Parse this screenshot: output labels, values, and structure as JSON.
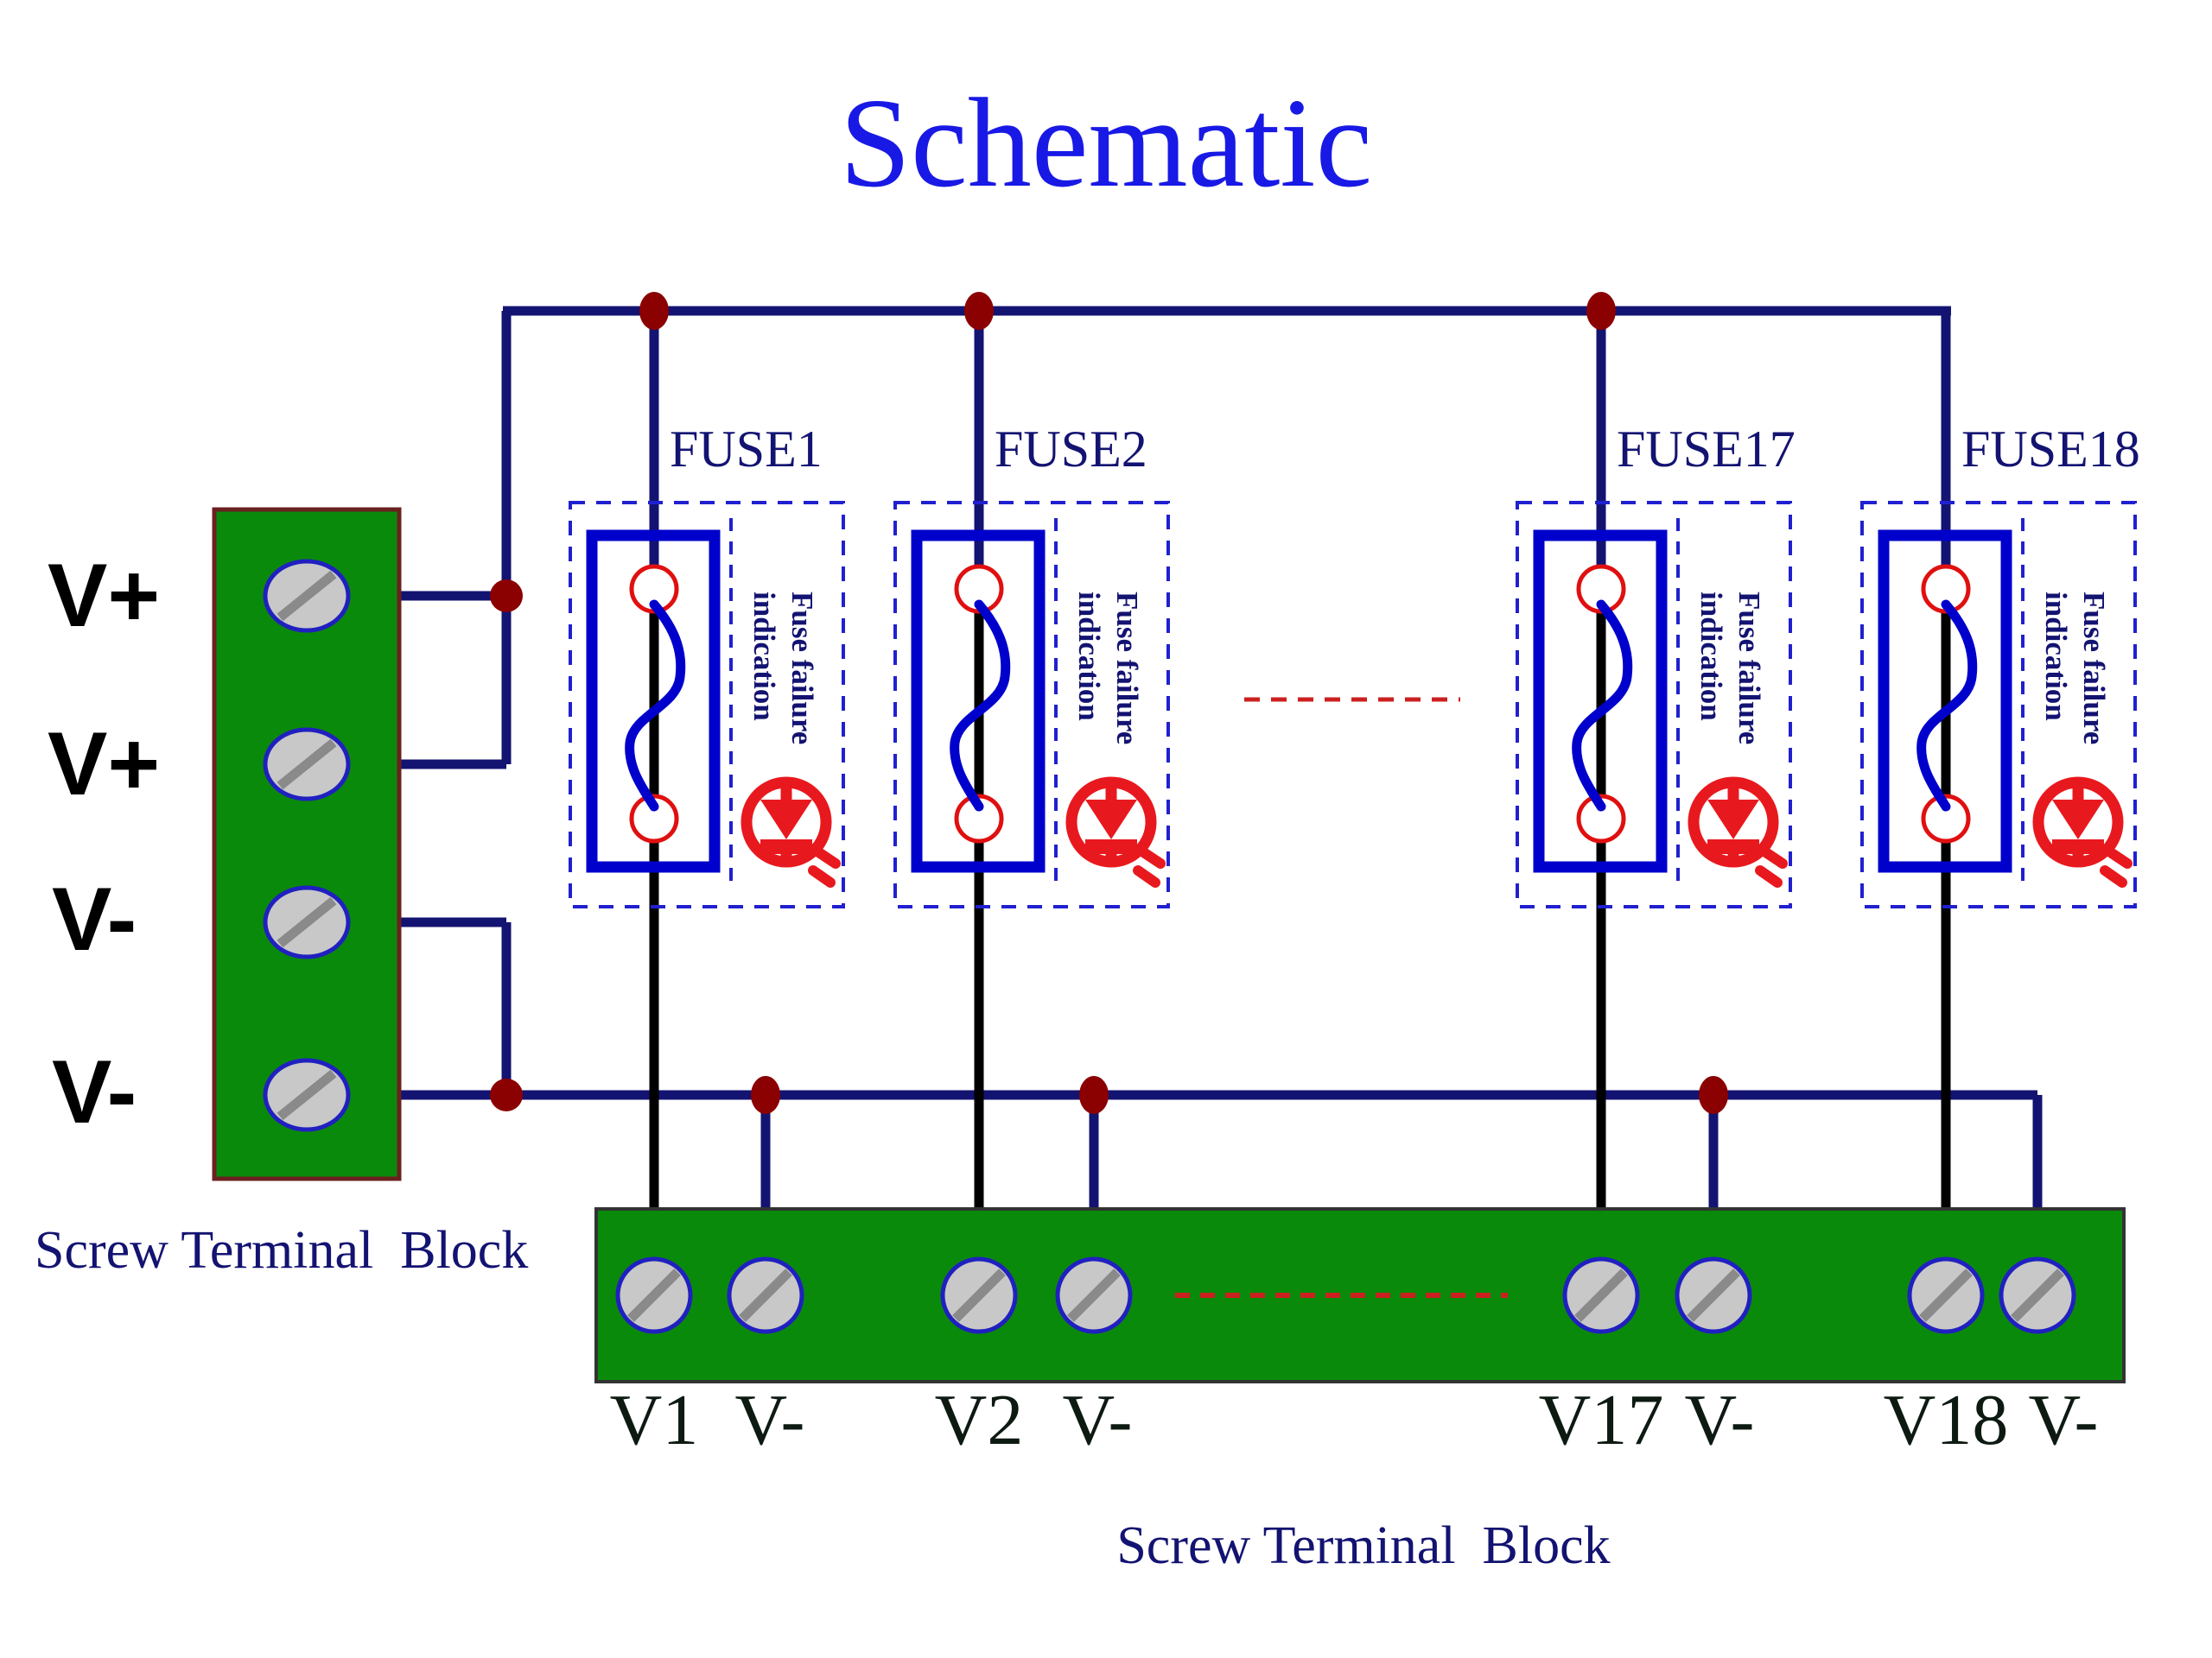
{
  "title": "Schematic",
  "colors": {
    "title": "#1919e6",
    "wire": "#131372",
    "junction_dot": "#8b0000",
    "fuse_body": "#0000cc",
    "fuse_terminal": "#e01010",
    "led_red": "#e8191e",
    "terminal_block_green": "#0a8a0a",
    "terminal_block_border": "#6b2020",
    "screw_face": "#c8c8c8",
    "screw_outline": "#2020c0",
    "screw_slot": "#8a8a8a",
    "dashed_outline": "#2020d0",
    "ellipsis_red": "#cc2020",
    "label_dark": "#0d1a12",
    "label_navy": "#131372"
  },
  "left_block": {
    "caption": "Screw Terminal  Block",
    "terminals": [
      {
        "label": "V+",
        "name": "v-plus-1"
      },
      {
        "label": "V+",
        "name": "v-plus-2"
      },
      {
        "label": "V-",
        "name": "v-minus-1"
      },
      {
        "label": "V-",
        "name": "v-minus-2"
      }
    ]
  },
  "bottom_block": {
    "caption": "Screw Terminal  Block",
    "terminals": [
      {
        "label": "V1",
        "name": "out-v1"
      },
      {
        "label": "V-",
        "name": "out-v1-ret"
      },
      {
        "label": "V2",
        "name": "out-v2"
      },
      {
        "label": "V-",
        "name": "out-v2-ret"
      },
      {
        "label": "V17",
        "name": "out-v17"
      },
      {
        "label": "V-",
        "name": "out-v17-ret"
      },
      {
        "label": "V18",
        "name": "out-v18"
      },
      {
        "label": "V-",
        "name": "out-v18-ret"
      }
    ]
  },
  "fuses": [
    {
      "label": "FUSE1",
      "indication": "Fuse failure indication",
      "line1": "Fuse failure",
      "line2": "indication"
    },
    {
      "label": "FUSE2",
      "indication": "Fuse failure indication",
      "line1": "Fuse failure",
      "line2": "indication"
    },
    {
      "label": "FUSE17",
      "indication": "Fuse failure indication",
      "line1": "Fuse failure",
      "line2": "indication"
    },
    {
      "label": "FUSE18",
      "indication": "Fuse failure indication",
      "line1": "Fuse failure",
      "line2": "indication"
    }
  ],
  "continuation": {
    "mid_marker": "dashed-red-line",
    "block_marker": "dashed-red-line"
  }
}
